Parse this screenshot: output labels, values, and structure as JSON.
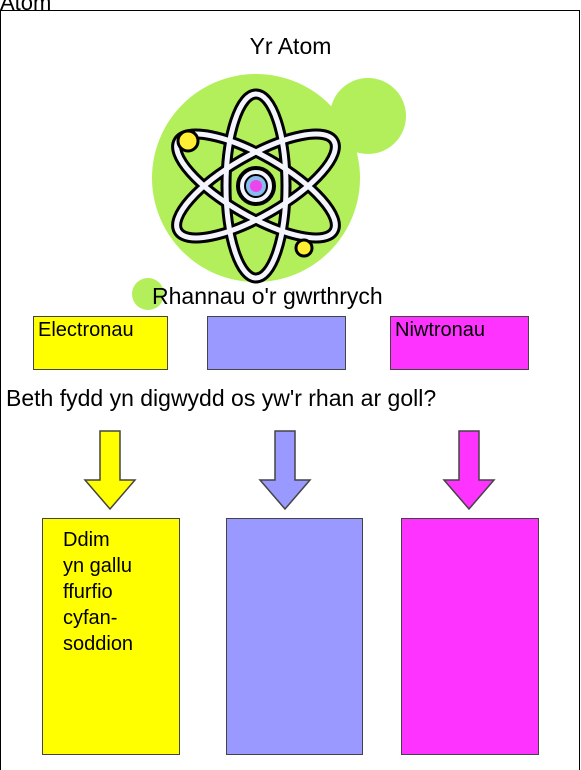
{
  "page": {
    "frame_title": "Atom",
    "title": "Yr Atom",
    "subtitle": "Rhannau o'r gwrthrych",
    "question": "Beth fydd yn digwydd os yw'r rhan ar goll?"
  },
  "parts": [
    {
      "label": "Electronau",
      "color": "#ffff00"
    },
    {
      "label": "",
      "color": "#9999ff"
    },
    {
      "label": "Niwtronau",
      "color": "#ff33ff"
    }
  ],
  "results": [
    {
      "lines": [
        "Ddim",
        "yn gallu",
        "ffurfio",
        "cyfan-",
        "soddion"
      ],
      "color": "#ffff00"
    },
    {
      "lines": [],
      "color": "#9999ff"
    },
    {
      "lines": [],
      "color": "#ff33ff"
    }
  ],
  "colors": {
    "atom_blob": "#b3ef5a",
    "nucleus": "#ee44ee",
    "electron": "#ffee33"
  },
  "icons": [
    "atom-icon",
    "down-arrow-icon"
  ]
}
